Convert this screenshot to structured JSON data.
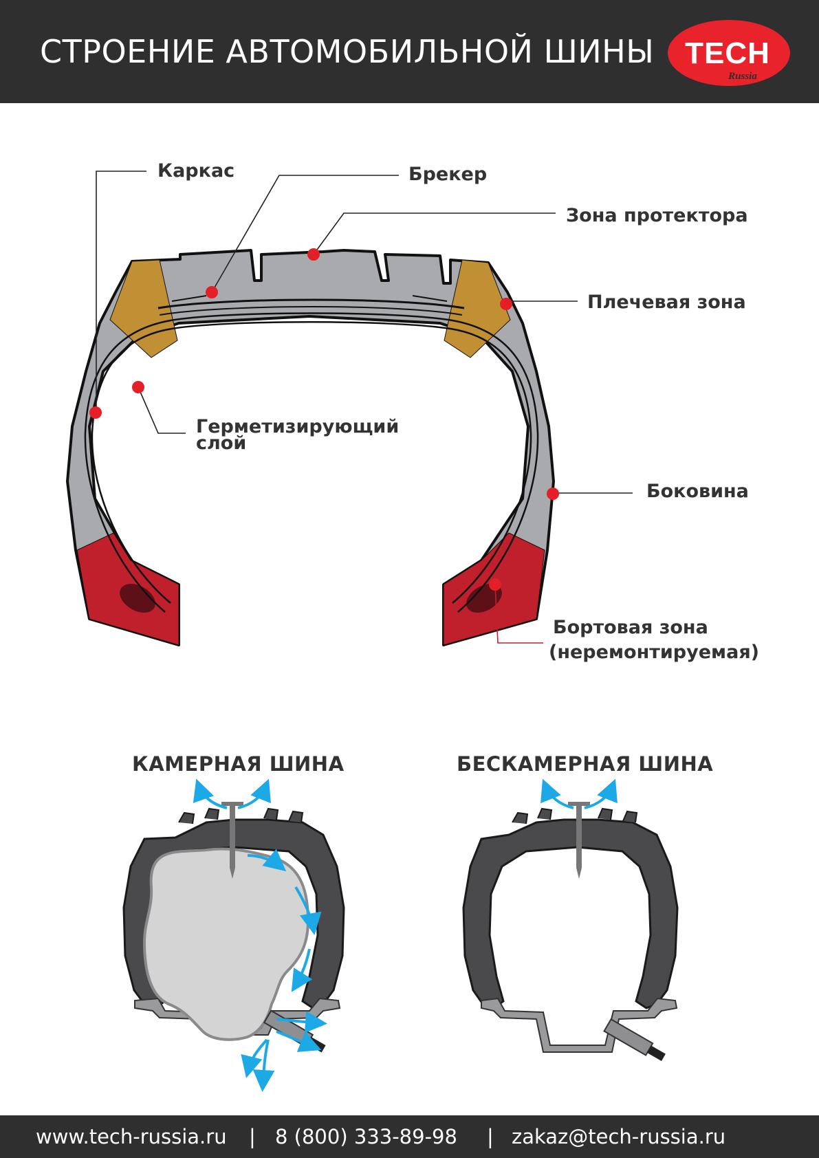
{
  "header": {
    "title": "СТРОЕНИЕ АВТОМОБИЛЬНОЙ ШИНЫ",
    "logo_main": "TECH",
    "logo_sub": "Russia",
    "logo_color": "#e8232b"
  },
  "diagram": {
    "labels": {
      "karkas": "Каркас",
      "breker": "Брекер",
      "protector": "Зона протектора",
      "shoulder": "Плечевая зона",
      "sealing_1": "Герметизирующий",
      "sealing_2": "слой",
      "sidewall": "Боковина",
      "bead_1": "Бортовая зона",
      "bead_2": "(неремонтируемая)"
    },
    "colors": {
      "tread": "#a9aaae",
      "shoulder": "#c18f34",
      "bead": "#c0202b",
      "marker": "#e41f27",
      "divider": "#d32f2f",
      "arrows": "#1ca9e6"
    }
  },
  "comparison": {
    "tube_title": "КАМЕРНАЯ ШИНА",
    "tubeless_title": "БЕСКАМЕРНАЯ ШИНА"
  },
  "footer": {
    "website": "www.tech-russia.ru",
    "separator": "|",
    "phone": "8 (800) 333-89-98",
    "email": "zakaz@tech-russia.ru"
  }
}
